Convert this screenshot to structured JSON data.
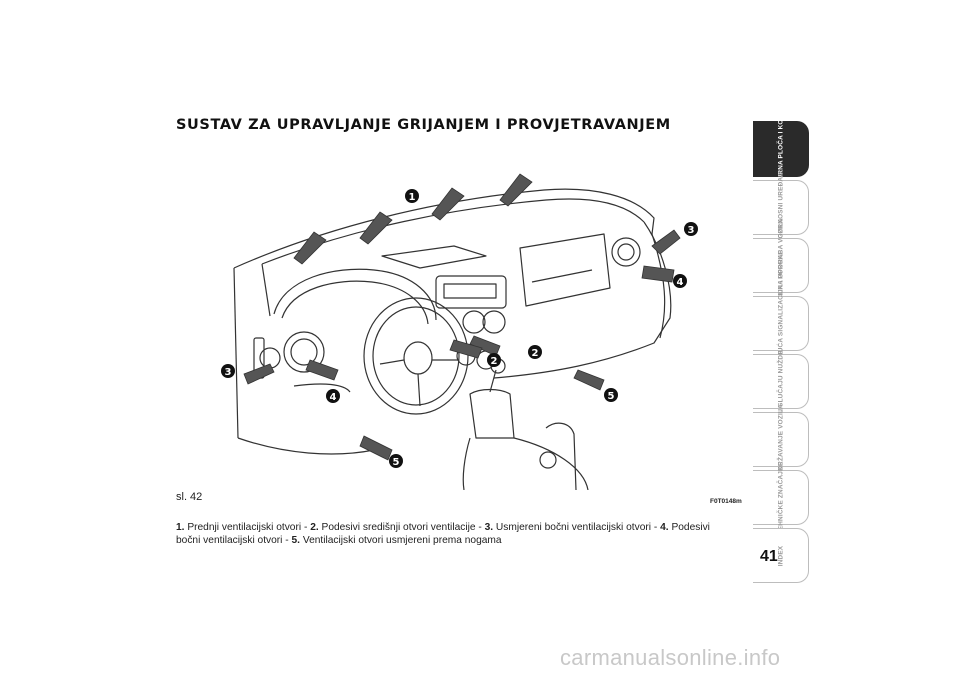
{
  "title": "SUSTAV ZA UPRAVLJANJE GRIJANJEM I PROVJETRAVANJEM",
  "figure": {
    "label": "sl. 42",
    "code": "F0T0148m",
    "callouts": [
      "1",
      "2",
      "2",
      "3",
      "3",
      "4",
      "4",
      "5",
      "5"
    ]
  },
  "caption": {
    "items": [
      {
        "num": "1.",
        "text": " Prednji ventilacijski otvori - "
      },
      {
        "num": "2.",
        "text": " Podesivi središnji otvori ventilacije - "
      },
      {
        "num": "3.",
        "text": " Usmjereni bočni ventilacijski otvori - "
      },
      {
        "num": "4.",
        "text": " Podesivi bočni ventilacijski otvori - "
      },
      {
        "num": "5.",
        "text": " Ventilacijski otvori usmjereni prema nogama"
      }
    ]
  },
  "tabs": [
    {
      "label": "ARMATURNA PLOČA I KOMANDE",
      "active": true
    },
    {
      "label": "SIGURNOSNI UREĐAJI",
      "active": false
    },
    {
      "label": "PRAVILNA UPORABA VOZILA",
      "active": false
    },
    {
      "label": "UPOZORAVAJUĆA SIGNALIZACIJA I PORUKE",
      "active": false
    },
    {
      "label": "U SLUČAJU NUŽDE",
      "active": false
    },
    {
      "label": "ODRŽAVANJE VOZILA",
      "active": false
    },
    {
      "label": "TEHNIČKE ZNAČAJKE",
      "active": false
    },
    {
      "label": "INDEX",
      "active": false
    }
  ],
  "page_number": "41",
  "watermark": "carmanualsonline.info"
}
